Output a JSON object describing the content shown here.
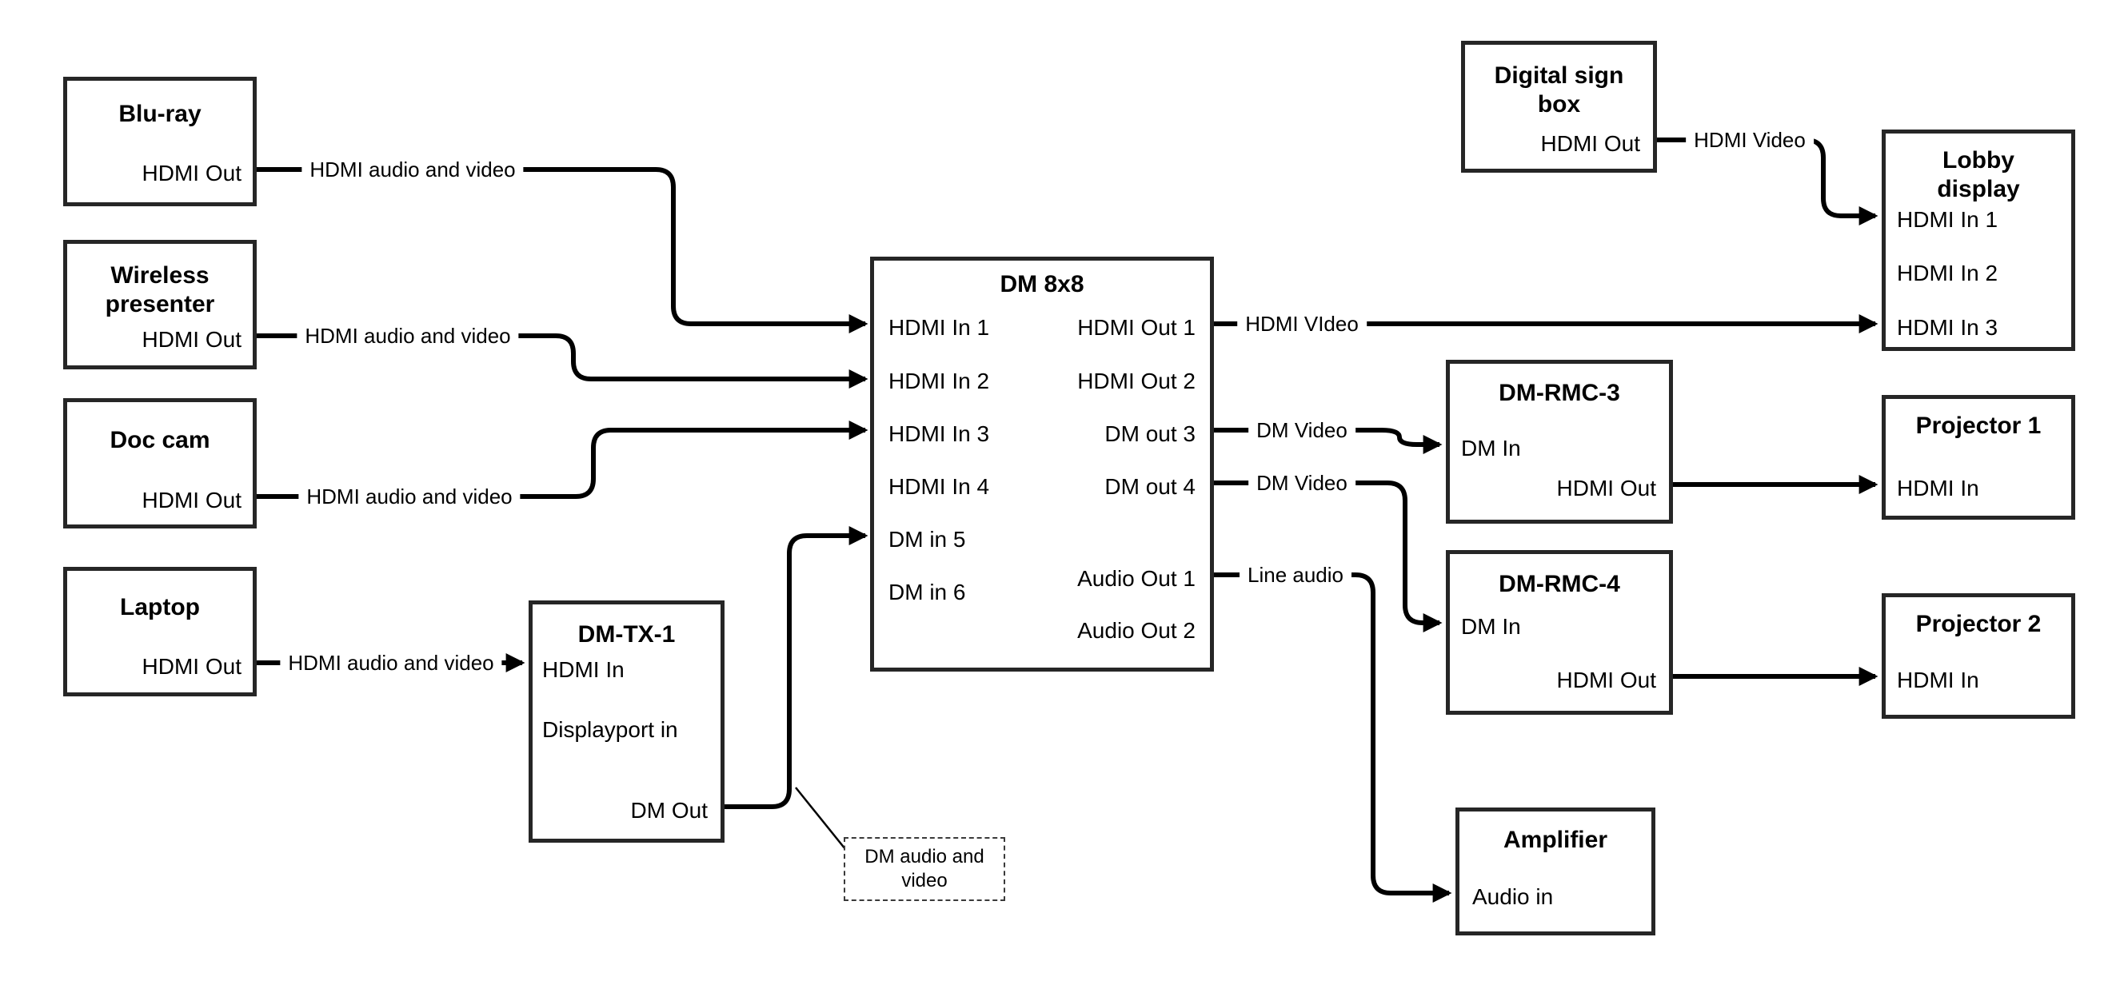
{
  "nodes": {
    "bluray": {
      "title": "Blu-ray",
      "port_out": "HDMI Out"
    },
    "wireless_presenter": {
      "title": "Wireless presenter",
      "port_out": "HDMI Out"
    },
    "doc_cam": {
      "title": "Doc cam",
      "port_out": "HDMI Out"
    },
    "laptop": {
      "title": "Laptop",
      "port_out": "HDMI Out"
    },
    "dm_tx_1": {
      "title": "DM-TX-1",
      "port_hdmi_in": "HDMI In",
      "port_displayport_in": "Displayport in",
      "port_dm_out": "DM Out"
    },
    "dm_8x8": {
      "title": "DM 8x8",
      "inputs": [
        "HDMI In 1",
        "HDMI In 2",
        "HDMI In 3",
        "HDMI In 4",
        "DM in 5",
        "DM in 6"
      ],
      "outputs": [
        "HDMI Out 1",
        "HDMI Out 2",
        "DM out 3",
        "DM out 4",
        "Audio Out 1",
        "Audio Out 2"
      ]
    },
    "digital_sign_box": {
      "title": "Digital sign box",
      "port_out": "HDMI Out"
    },
    "lobby_display": {
      "title": "Lobby display",
      "inputs": [
        "HDMI In 1",
        "HDMI In 2",
        "HDMI In 3"
      ]
    },
    "dm_rmc_3": {
      "title": "DM-RMC-3",
      "port_dm_in": "DM In",
      "port_hdmi_out": "HDMI Out"
    },
    "projector_1": {
      "title": "Projector 1",
      "port_in": "HDMI In"
    },
    "dm_rmc_4": {
      "title": "DM-RMC-4",
      "port_dm_in": "DM In",
      "port_hdmi_out": "HDMI Out"
    },
    "projector_2": {
      "title": "Projector 2",
      "port_in": "HDMI In"
    },
    "amplifier": {
      "title": "Amplifier",
      "port_in": "Audio in"
    }
  },
  "connection_labels": {
    "bluray_to_dm8x8": "HDMI audio and video",
    "wireless_to_dm8x8": "HDMI audio and video",
    "doccam_to_dm8x8": "HDMI audio and video",
    "laptop_to_dmtx1": "HDMI audio and video",
    "hdmi_out1": "HDMI VIdeo",
    "digital_sign": "HDMI Video",
    "dm_out3": "DM Video",
    "dm_out4": "DM Video",
    "audio_out1": "Line audio",
    "callout": "DM audio and video"
  },
  "colors": {
    "line": "#000000",
    "box_border": "#262626",
    "background": "#ffffff",
    "text": "#000000"
  }
}
